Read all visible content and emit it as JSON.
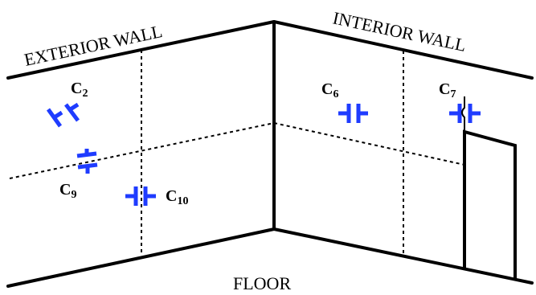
{
  "labels": {
    "exterior_wall": "EXTERIOR WALL",
    "interior_wall": "INTERIOR WALL",
    "floor": "FLOOR"
  },
  "capacitors": [
    {
      "id": "c2",
      "letter": "C",
      "sub": "2"
    },
    {
      "id": "c6",
      "letter": "C",
      "sub": "6"
    },
    {
      "id": "c7",
      "letter": "C",
      "sub": "7"
    },
    {
      "id": "c9",
      "letter": "C",
      "sub": "9"
    },
    {
      "id": "c10",
      "letter": "C",
      "sub": "10"
    }
  ],
  "colors": {
    "line": "#000000",
    "capacitor": "#1f3cff"
  }
}
